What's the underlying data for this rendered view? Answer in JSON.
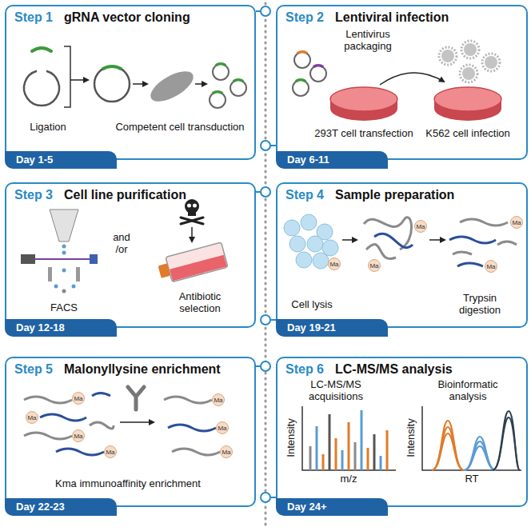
{
  "diagram": {
    "nodes": [
      {
        "text": [
          "Step 1",
          "gRNA vector cloning"
        ]
      },
      {
        "text": [
          "Day 1-5"
        ],
        "in": 0
      },
      {
        "text": [
          "Step 2",
          "Lentiviral infection"
        ]
      },
      {
        "text": [
          "Day 6-11"
        ],
        "in": 2
      },
      {
        "text": [
          "Step 3",
          "Cell line purification"
        ]
      },
      {
        "text": [
          "Day 12-18"
        ],
        "in": 4
      },
      {
        "text": [
          "Step 4",
          "Sample preparation"
        ]
      },
      {
        "text": [
          "Day 19-21"
        ],
        "in": 6
      },
      {
        "text": [
          "Step 5",
          "Malonyllysine enrichment"
        ]
      },
      {
        "text": [
          "Day 22-23"
        ],
        "in": 8
      },
      {
        "text": [
          "Step 6",
          "LC-MS/MS analysis"
        ]
      },
      {
        "text": [
          "Day 24+"
        ],
        "in": 10
      }
    ],
    "labels": [
      "Ligation",
      "Competent cell transduction",
      "Lentivirus packaging",
      "293T cell transfection",
      "K562 cell infection",
      "FACS",
      "and /or",
      "Antibiotic selection",
      "Ma",
      "Ma",
      "Ma",
      "Ma",
      "Ma",
      "Cell lysis",
      "Trypsin digestion",
      "Ma",
      "Ma",
      "Ma",
      "Ma",
      "Ma",
      "Ma",
      "Ma",
      "Kma immunoaffinity enrichment",
      "LC-MS/MS acquisitions",
      "Bioinformatic analysis",
      "Intensity",
      "m/z",
      "Intensity",
      "RT"
    ]
  }
}
